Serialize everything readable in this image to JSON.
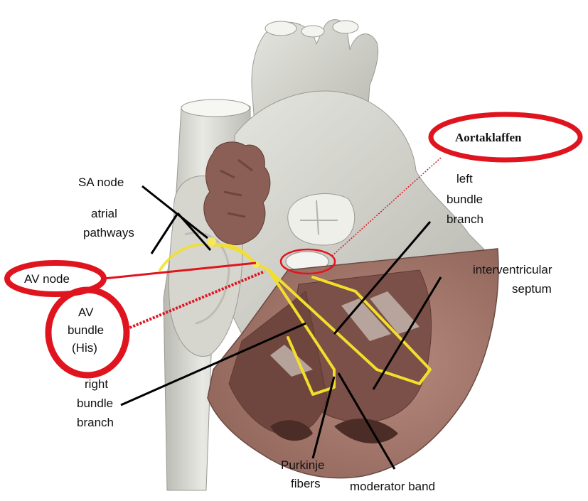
{
  "labels": {
    "sa_node": "SA node",
    "atrial_pathways_1": "atrial",
    "atrial_pathways_2": "pathways",
    "av_node": "AV node",
    "av_bundle_1": "AV",
    "av_bundle_2": "bundle",
    "av_bundle_3": "(His)",
    "right_bundle_1": "right",
    "right_bundle_2": "bundle",
    "right_bundle_3": "branch",
    "purkinje_1": "Purkinje",
    "purkinje_2": "fibers",
    "moderator_band": "moderator band",
    "left_bundle_1": "left",
    "left_bundle_2": "bundle",
    "left_bundle_3": "branch",
    "interventricular_1": "interventricular",
    "interventricular_2": "septum",
    "aortaklaffen": "Aortaklaffen"
  },
  "colors": {
    "highlight_red": "#e0141e",
    "conduction_yellow": "#f2df2c",
    "vessel_gray": "#dcdcd6",
    "myocardium": "#a9786d",
    "myocardium_dark": "#5e3b33",
    "atrium_brown": "#8b5f55"
  }
}
